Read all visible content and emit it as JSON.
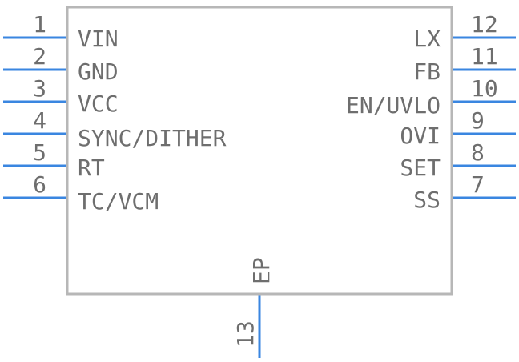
{
  "component": {
    "left_pins": [
      {
        "number": "1",
        "name": "VIN"
      },
      {
        "number": "2",
        "name": "GND"
      },
      {
        "number": "3",
        "name": "VCC"
      },
      {
        "number": "4",
        "name": "SYNC/DITHER"
      },
      {
        "number": "5",
        "name": "RT"
      },
      {
        "number": "6",
        "name": "TC/VCM"
      }
    ],
    "right_pins": [
      {
        "number": "12",
        "name": "LX"
      },
      {
        "number": "11",
        "name": "FB"
      },
      {
        "number": "10",
        "name": "EN/UVLO"
      },
      {
        "number": "9",
        "name": "OVI"
      },
      {
        "number": "8",
        "name": "SET"
      },
      {
        "number": "7",
        "name": "SS"
      }
    ],
    "bottom_pins": [
      {
        "number": "13",
        "name": "EP"
      }
    ]
  },
  "colors": {
    "pin": "#3a86e0",
    "outline": "#b7b7b7",
    "text": "#6e6e6e"
  }
}
